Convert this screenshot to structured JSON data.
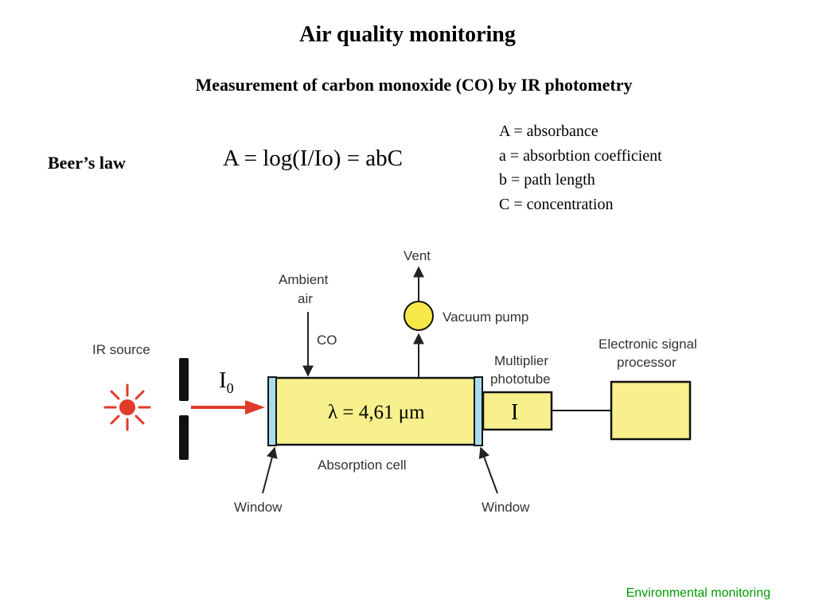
{
  "title": "Air quality monitoring",
  "subtitle": "Measurement of carbon monoxide (CO) by IR photometry",
  "beers_law_label": "Beer’s law",
  "formula": "A = log(I/Io) = abC",
  "legend": [
    "A = absorbance",
    "a = absorbtion coefficient",
    "b = path length",
    "C = concentration"
  ],
  "diagram": {
    "vent": "Vent",
    "ambient_line1": "Ambient",
    "ambient_line2": "air",
    "co": "CO",
    "vacuum_pump": "Vacuum pump",
    "ir_source": "IR source",
    "multiplier_line1": "Multiplier",
    "multiplier_line2": "phototube",
    "esp_line1": "Electronic signal",
    "esp_line2": "processor",
    "i0_main": "I",
    "i0_sub": "0",
    "wavelength": "λ = 4,61 μm",
    "intensity": "I",
    "absorption_cell": "Absorption cell",
    "window_left": "Window",
    "window_right": "Window"
  },
  "footer": "Environmental monitoring",
  "colors": {
    "cell_fill": "#f7f08c",
    "window_fill": "#a9dcec",
    "source_red": "#e23a2a",
    "footer_green": "#009900"
  }
}
